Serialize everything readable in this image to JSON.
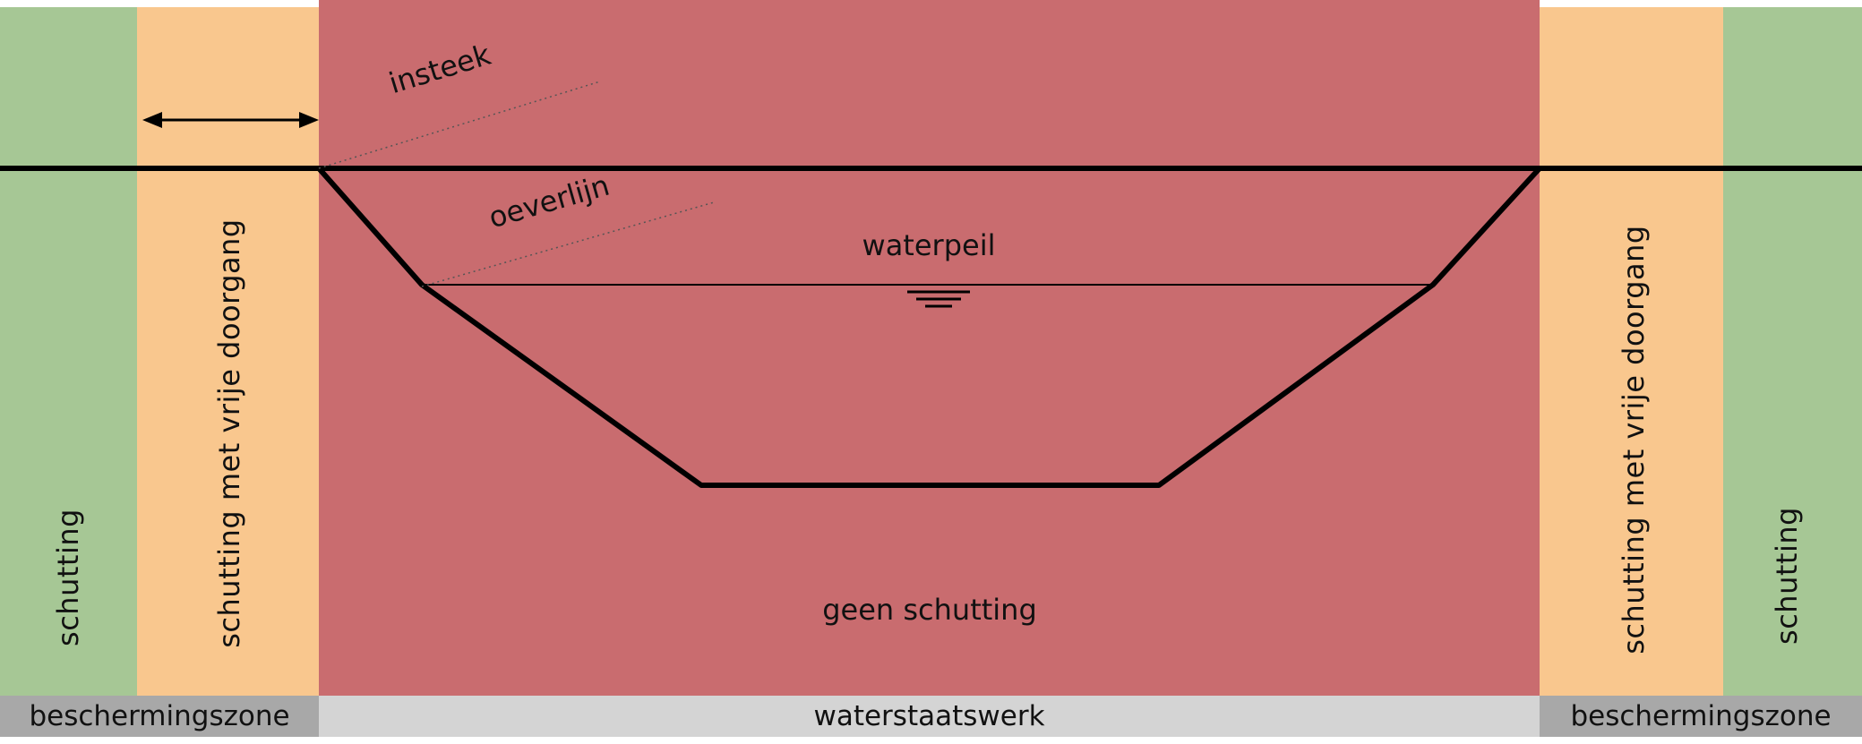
{
  "zones": {
    "green_left": {
      "label": "schutting",
      "color": "#a6c795"
    },
    "orange_left": {
      "label": "schutting met vrije doorgang",
      "color": "#f9c78e"
    },
    "red_center": {
      "label": "geen schutting",
      "color": "#c96c6f"
    },
    "orange_right": {
      "label": "schutting met vrije doorgang",
      "color": "#f9c78e"
    },
    "green_right": {
      "label": "schutting",
      "color": "#a6c795"
    }
  },
  "annotations": {
    "insteek": "insteek",
    "oeverlijn": "oeverlijn",
    "waterpeil": "waterpeil"
  },
  "bottom_bar": {
    "left_label": "beschermingszone",
    "center_label": "waterstaatswerk",
    "right_label": "beschermingszone",
    "side_color": "#a8a8a8",
    "center_color": "#d4d4d4"
  },
  "line_colors": {
    "ground": "#000000",
    "water": "#000000",
    "dotted": "#555555"
  }
}
